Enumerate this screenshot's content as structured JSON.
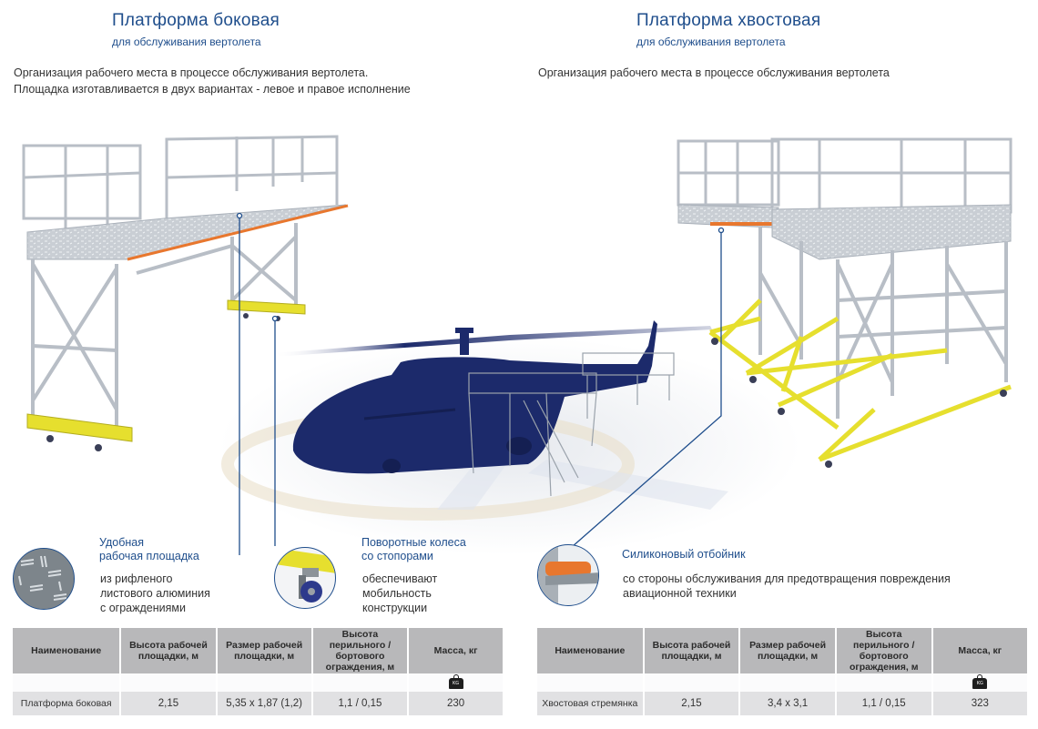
{
  "left": {
    "title": "Платформа боковая",
    "subtitle": "для обслуживания вертолета",
    "description_lines": [
      "Организация рабочего места в процессе обслуживания вертолета.",
      "Площадка изготавливается в двух вариантах - левое и правое исполнение"
    ],
    "callouts": [
      {
        "icon": "checker-plate-icon",
        "title_lines": [
          "Удобная",
          "рабочая площадка"
        ],
        "text_lines": [
          "из рифленого",
          "листового алюминия",
          "с ограждениями"
        ]
      },
      {
        "icon": "caster-wheel-icon",
        "title_lines": [
          "Поворотные колеса",
          "со стопорами"
        ],
        "text_lines": [
          "обеспечивают",
          "мобильность",
          "конструкции"
        ]
      }
    ],
    "table": {
      "headers": [
        "Наименование",
        "Высота рабочей площадки, м",
        "Размер рабочей площадки, м",
        "Высота перильного / бортового ограждения, м",
        "Масса, кг"
      ],
      "icon_row": [
        "",
        "",
        "",
        "",
        "weight-kg-icon"
      ],
      "rows": [
        [
          "Платформа боковая",
          "2,15",
          "5,35 x 1,87 (1,2)",
          "1,1 / 0,15",
          "230"
        ]
      ]
    }
  },
  "right": {
    "title": "Платформа хвостовая",
    "subtitle": "для обслуживания вертолета",
    "description_lines": [
      "Организация рабочего места в процессе обслуживания вертолета"
    ],
    "callouts": [
      {
        "icon": "silicone-bumper-icon",
        "title_lines": [
          "Силиконовый отбойник"
        ],
        "text_lines": [
          "со стороны обслуживания для предотвращения повреждения",
          "авиационной техники"
        ]
      }
    ],
    "table": {
      "headers": [
        "Наименование",
        "Высота рабочей площадки, м",
        "Размер рабочей площадки, м",
        "Высота перильного / бортового ограждения, м",
        "Масса, кг"
      ],
      "icon_row": [
        "",
        "",
        "",
        "",
        "weight-kg-icon"
      ],
      "rows": [
        [
          "Хвостовая стремянка",
          "2,15",
          "3,4 x 3,1",
          "1,1 / 0,15",
          "323"
        ]
      ]
    }
  },
  "weight_icon_label": "KG",
  "colors": {
    "brand_blue": "#1f4e8c",
    "helicopter_navy": "#1c2a6b",
    "safety_yellow": "#e6df2e",
    "bumper_orange": "#e8772e",
    "aluminium": "#c7ccd2",
    "table_header_gray": "#b8b8ba",
    "table_row_gray": "#e1e1e3"
  }
}
